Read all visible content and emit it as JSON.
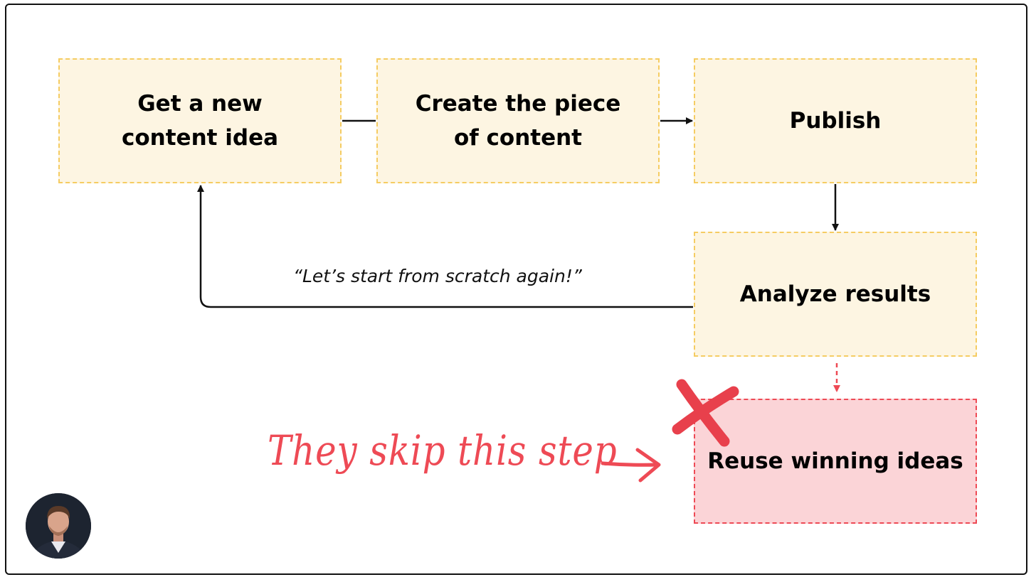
{
  "boxes": {
    "idea": "Get a new\ncontent idea",
    "create": "Create the piece\nof content",
    "publish": "Publish",
    "analyze": "Analyze results",
    "reuse": "Reuse winning ideas"
  },
  "loop_caption": "“Let’s start from scratch again!”",
  "callout": "They skip this step",
  "colors": {
    "box_fill": "#fdf5e2",
    "box_border": "#f5cc62",
    "accent_red": "#ee4a55",
    "red_fill": "#fbd4d7"
  },
  "icons": [
    "cross-mark-icon",
    "arrow-right-icon",
    "avatar-photo"
  ]
}
